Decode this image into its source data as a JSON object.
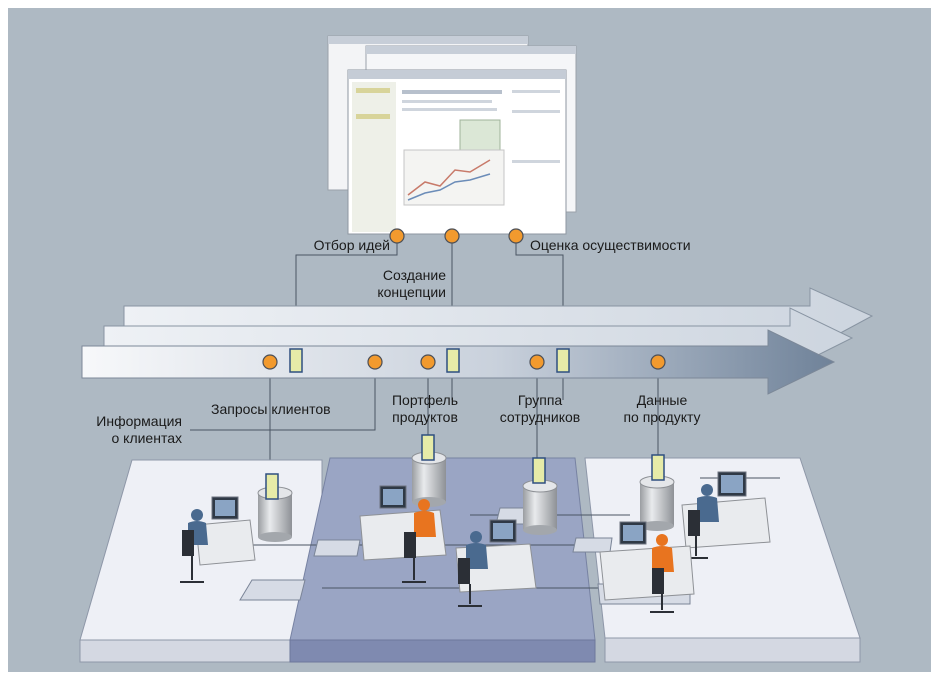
{
  "labels": {
    "idea_selection": "Отбор идей",
    "feasibility": "Оценка осуществимости",
    "concept_creation": [
      "Создание",
      "концепции"
    ],
    "customer_requests": "Запросы клиентов",
    "customer_info": [
      "Информация",
      "о клиентах"
    ],
    "product_portfolio": [
      "Портфель",
      "продуктов"
    ],
    "staff_group": [
      "Группа",
      "сотрудников"
    ],
    "product_data": [
      "Данные",
      "по продукту"
    ]
  },
  "colors": {
    "background": "#aeb9c3",
    "node_orange": "#f29a2e",
    "connector_yellow": "#e6eba8",
    "connector_border": "#2f4f80",
    "panel_light": "#eef0f6",
    "panel_dark": "#9aa5c4",
    "person_blue": "#4a6a8f",
    "person_orange": "#e8741f"
  },
  "icons": [
    "browser-window-icon",
    "database-cylinder-icon",
    "workstation-icon",
    "person-icon"
  ]
}
